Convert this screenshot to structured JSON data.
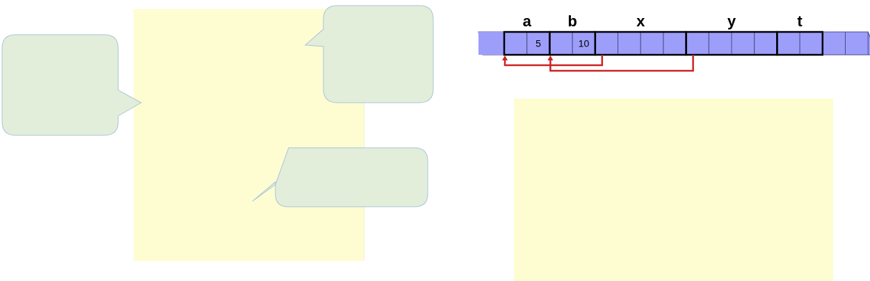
{
  "colors": {
    "note_fill": "#fefdd2",
    "note_edge": "#f3f1c4",
    "bubble_fill": "#e2eed9",
    "bubble_stroke": "#a9c4d9",
    "memory_fill": "#9d9dfa",
    "memory_stroke": "#4a4a85",
    "pointer": "#cc2222"
  },
  "memory": {
    "variables": [
      {
        "name": "a",
        "cells": 2,
        "values": [
          "",
          "5"
        ]
      },
      {
        "name": "b",
        "cells": 2,
        "values": [
          "",
          "10"
        ]
      },
      {
        "name": "x",
        "cells": 4,
        "values": [
          "",
          "",
          "",
          ""
        ]
      },
      {
        "name": "y",
        "cells": 4,
        "values": [
          "",
          "",
          "",
          ""
        ]
      },
      {
        "name": "t",
        "cells": 2,
        "values": [
          "",
          ""
        ]
      }
    ],
    "pointers": [
      {
        "from": "x",
        "to": "a"
      },
      {
        "from": "y",
        "to": "b"
      }
    ]
  }
}
